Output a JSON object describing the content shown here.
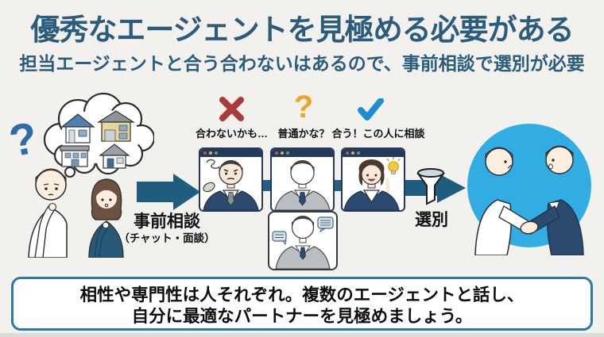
{
  "slide": {
    "title": "優秀なエージェントを見極める必要がある",
    "subtitle": "担当エージェントと合う合わないはあるので、事前相談で選別が必要"
  },
  "icons": {
    "question_mark": "?",
    "verdict_question": "?",
    "cross": "cross-icon",
    "check": "check-icon",
    "funnel": "funnel-icon"
  },
  "diagram": {
    "step1": {
      "label": "事前相談",
      "sublabel": "（チャット・面談）"
    },
    "candidates": [
      {
        "icon": "cross",
        "label": "合わないかも…"
      },
      {
        "icon": "question",
        "label": "普通かな？"
      },
      {
        "icon": "check",
        "label": "合う！この人に相談"
      }
    ],
    "step2": {
      "label": "選別"
    }
  },
  "note": {
    "line1": "相性や専門性は人それぞれ。複数のエージェントと話し、",
    "line2": "自分に最適なパートナーを見極めましょう。"
  },
  "colors": {
    "heading": "#2b5c7b",
    "arrow_teal": "#1e5d7e",
    "cross_red": "#a93b3b",
    "question_yellow": "#e7a72b",
    "check_blue": "#1d8fd0",
    "circle_blue": "#31ade4",
    "window_navy": "#233a5c",
    "suit_navy": "#2c4a6e",
    "suit_gray": "#babec2",
    "note_border": "#2a7aa3",
    "background": "#f2f1ee"
  }
}
